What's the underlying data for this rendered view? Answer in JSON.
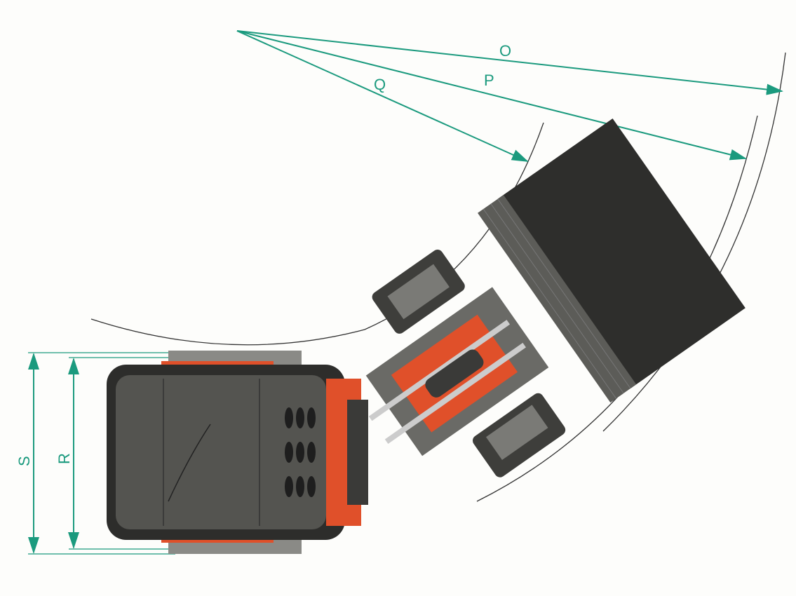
{
  "diagram": {
    "colors": {
      "dimension": "#1b9a7e",
      "body": "#4a4a46",
      "accent": "#e0502a",
      "bucket": "#2e2e2c",
      "arc": "#333333"
    },
    "labels": {
      "O": "O",
      "P": "P",
      "Q": "Q",
      "R": "R",
      "S": "S"
    }
  }
}
